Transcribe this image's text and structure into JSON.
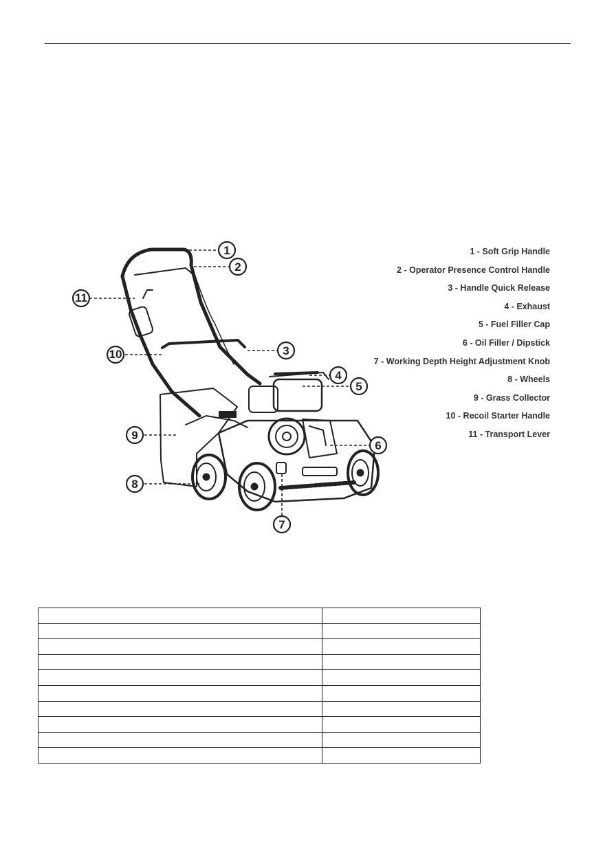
{
  "parts_legend": [
    "1 - Soft Grip Handle",
    "2 - Operator Presence Control Handle",
    "3 - Handle Quick Release",
    "4 - Exhaust",
    "5 - Fuel Filler Cap",
    "6 - Oil Filler / Dipstick",
    "7 - Working Depth Height Adjustment Knob",
    "8 - Wheels",
    "9  - Grass Collector",
    "10 -  Recoil  Starter Handle",
    "11 - Transport Lever"
  ],
  "callouts": [
    "1",
    "2",
    "3",
    "4",
    "5",
    "6",
    "7",
    "8",
    "9",
    "10",
    "11"
  ],
  "spec_table": {
    "rows": [
      [
        "",
        ""
      ],
      [
        "",
        ""
      ],
      [
        "",
        ""
      ],
      [
        "",
        ""
      ],
      [
        "",
        ""
      ],
      [
        "",
        ""
      ],
      [
        "",
        ""
      ],
      [
        "",
        ""
      ],
      [
        "",
        ""
      ],
      [
        "",
        ""
      ]
    ]
  }
}
